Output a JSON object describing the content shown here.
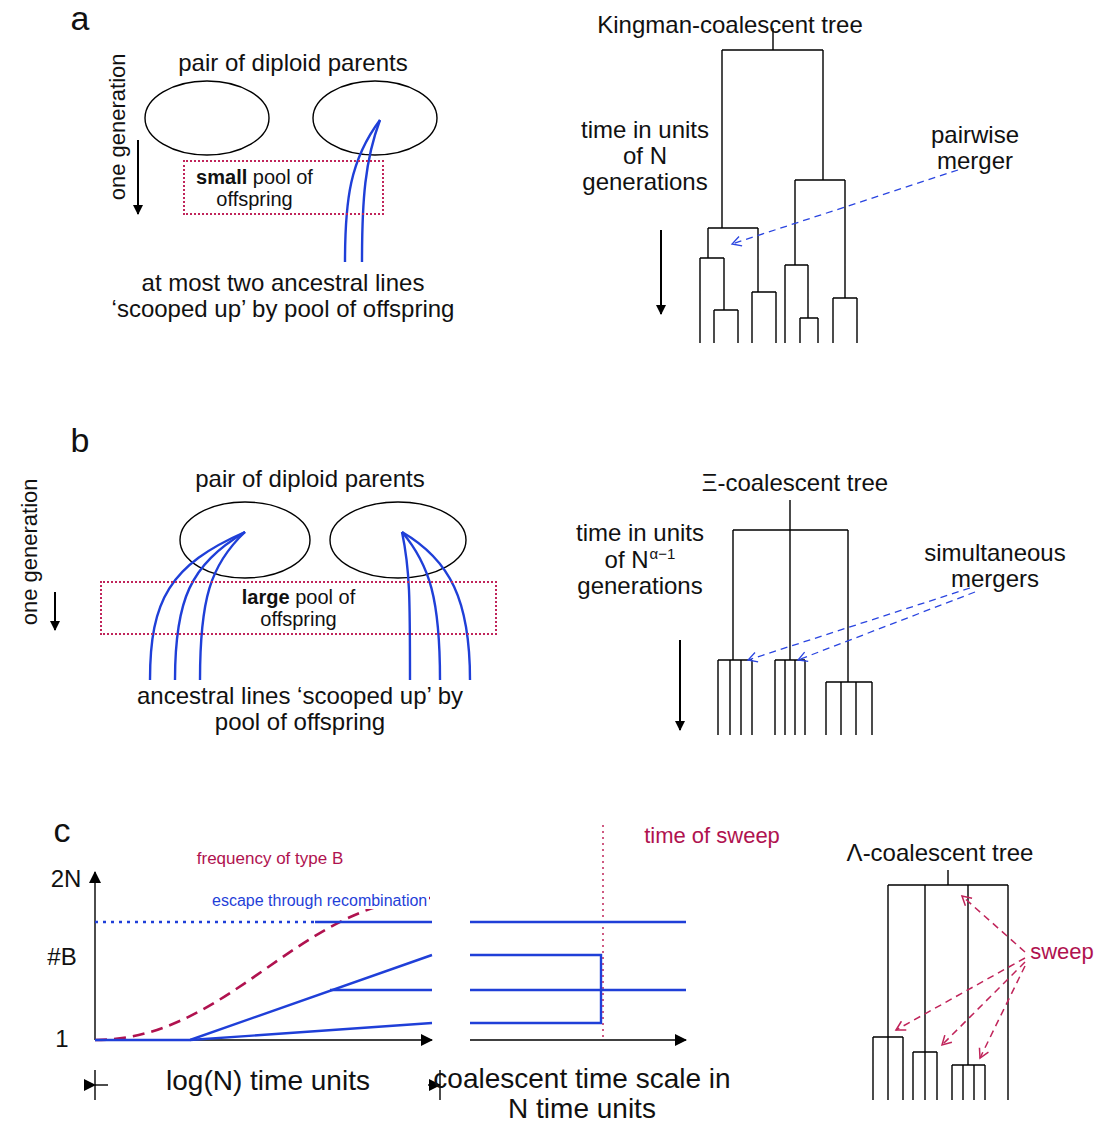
{
  "diagram": {
    "nodes": [
      {
        "text": [
          "small pool of offspring"
        ]
      },
      {
        "text": [
          "large pool of offspring"
        ]
      }
    ],
    "edges": [],
    "labels": [
      "a",
      "pair of diploid parents",
      "one generation",
      "at most two ancestral lines ‘scooped up’ by pool of offspring",
      "Kingman-coalescent tree",
      "time in units of N generations",
      "pairwise merger",
      "b",
      "pair of diploid parents",
      "one generation",
      "ancestral lines ‘scooped up’ by pool of offspring",
      "Ξ-coalescent tree",
      "time in units of N",
      "α−1",
      "generations",
      "simultaneous mergers",
      "c",
      "2N",
      "#B",
      "1",
      "frequency of type B",
      "escape through recombination",
      "log(N) time units",
      "coalescent time scale in N time units",
      "time of sweep",
      "Λ-coalescent tree",
      "sweep"
    ]
  }
}
